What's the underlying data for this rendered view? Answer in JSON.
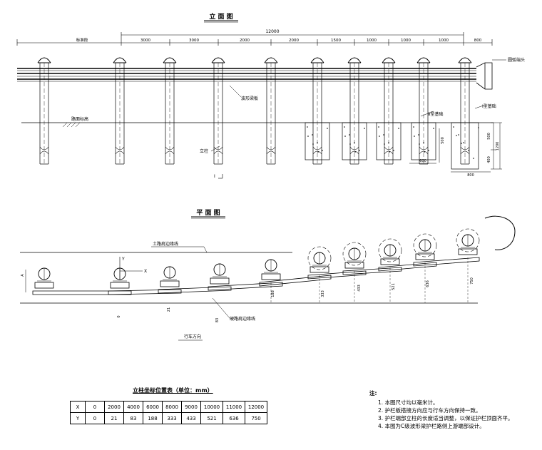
{
  "elevation": {
    "title": "立 面 图",
    "total_length": "12000",
    "segments": [
      "标准段",
      "3000",
      "3000",
      "2000",
      "2000",
      "1500",
      "1000",
      "1000",
      "1000",
      "800"
    ],
    "labels": {
      "end_head": "圆弧端头",
      "beam": "波形梁板",
      "road_surface": "路面标高",
      "post": "立柱",
      "found_II": "II型基础",
      "found_I": "I型基础",
      "section_I": "I"
    },
    "dims": {
      "d800": "800",
      "d1200": "1200",
      "d400": "400",
      "d500a": "500",
      "d500b": "500",
      "d600": "600"
    }
  },
  "plan": {
    "title": "平 面 图",
    "labels": {
      "soil_edge": "土路肩边缘线",
      "hard_edge": "硬路肩边缘线",
      "direction": "行车方向",
      "axis_x": "X",
      "axis_y": "Y",
      "axis_a": "A"
    },
    "offsets": [
      "0",
      "21",
      "83",
      "188",
      "333",
      "433",
      "521",
      "636",
      "750"
    ]
  },
  "table": {
    "title": "立柱坐标位置表（单位：mm）",
    "rows": [
      {
        "label": "X",
        "values": [
          "0",
          "2000",
          "4000",
          "6000",
          "8000",
          "9000",
          "10000",
          "11000",
          "12000"
        ]
      },
      {
        "label": "Y",
        "values": [
          "0",
          "21",
          "83",
          "188",
          "333",
          "433",
          "521",
          "636",
          "750"
        ]
      }
    ]
  },
  "notes": {
    "title": "注:",
    "items": [
      "1. 本图尺寸均以毫米计。",
      "2. 护栏板搭接方向应与行车方向保持一致。",
      "3. 护栏端部立柱的长度适当调整，以保证护栏顶面齐平。",
      "4. 本图为C级波形梁护栏路侧上游端部设计。"
    ]
  }
}
